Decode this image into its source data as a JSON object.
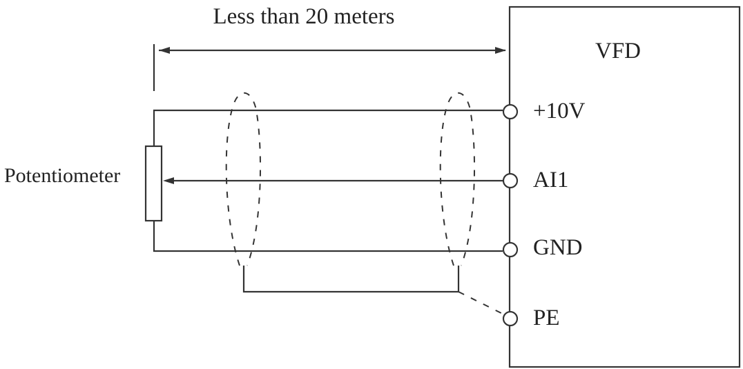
{
  "distance": {
    "label": "Less than 20 meters"
  },
  "vfd": {
    "label": "VFD"
  },
  "potentiometer": {
    "label": "Potentiometer"
  },
  "terminals": [
    {
      "id": "plus10v",
      "label": "+10V"
    },
    {
      "id": "ai1",
      "label": "AI1"
    },
    {
      "id": "gnd",
      "label": "GND"
    },
    {
      "id": "pe",
      "label": "PE"
    }
  ]
}
